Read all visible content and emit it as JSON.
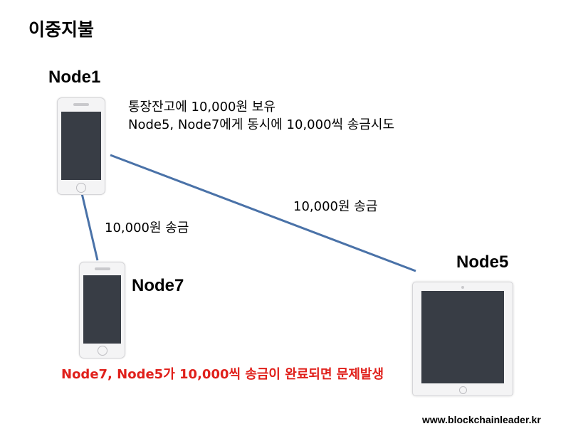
{
  "title": "이중지불",
  "nodes": {
    "node1": "Node1",
    "node7": "Node7",
    "node5": "Node5"
  },
  "node1_note": {
    "line1": "통장잔고에 10,000원 보유",
    "line2": "Node5, Node7에게 동시에 10,000씩 송금시도"
  },
  "edges": {
    "node1_node5": "10,000원 송금",
    "node1_node7": "10,000원 송금"
  },
  "warning": "Node7, Node5가 10,000씩 송금이 완료되면 문제발생",
  "website": "www.blockchainleader.kr",
  "colors": {
    "edge": "#4a72a8",
    "warning": "#e0201b",
    "screen": "#383d45"
  }
}
